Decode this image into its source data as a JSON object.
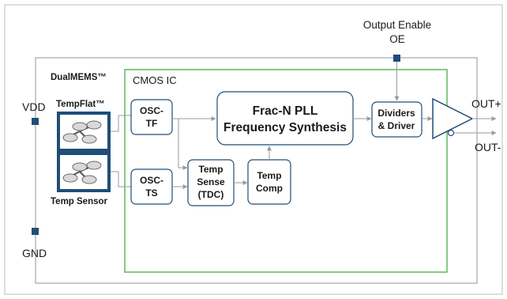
{
  "pins": {
    "vdd": "VDD",
    "gnd": "GND",
    "oe_line1": "Output Enable",
    "oe_line2": "OE",
    "out_plus": "OUT+",
    "out_minus": "OUT-"
  },
  "mems": {
    "label": "DualMEMS™",
    "tempflat": "TempFlat™",
    "temp_sensor": "Temp Sensor"
  },
  "cmos": {
    "label": "CMOS IC"
  },
  "blocks": {
    "osc_tf": [
      "OSC-",
      "TF"
    ],
    "osc_ts": [
      "OSC-",
      "TS"
    ],
    "temp_sense": [
      "Temp",
      "Sense",
      "(TDC)"
    ],
    "temp_comp": [
      "Temp",
      "Comp"
    ],
    "pll": [
      "Frac-N PLL",
      "Frequency Synthesis"
    ],
    "dividers": [
      "Dividers",
      "& Driver"
    ]
  },
  "colors": {
    "outline": "#1f4e79",
    "cmos_border": "#5cb85c",
    "outer_border": "#a6a6a6",
    "wire": "#9a9a9a"
  }
}
